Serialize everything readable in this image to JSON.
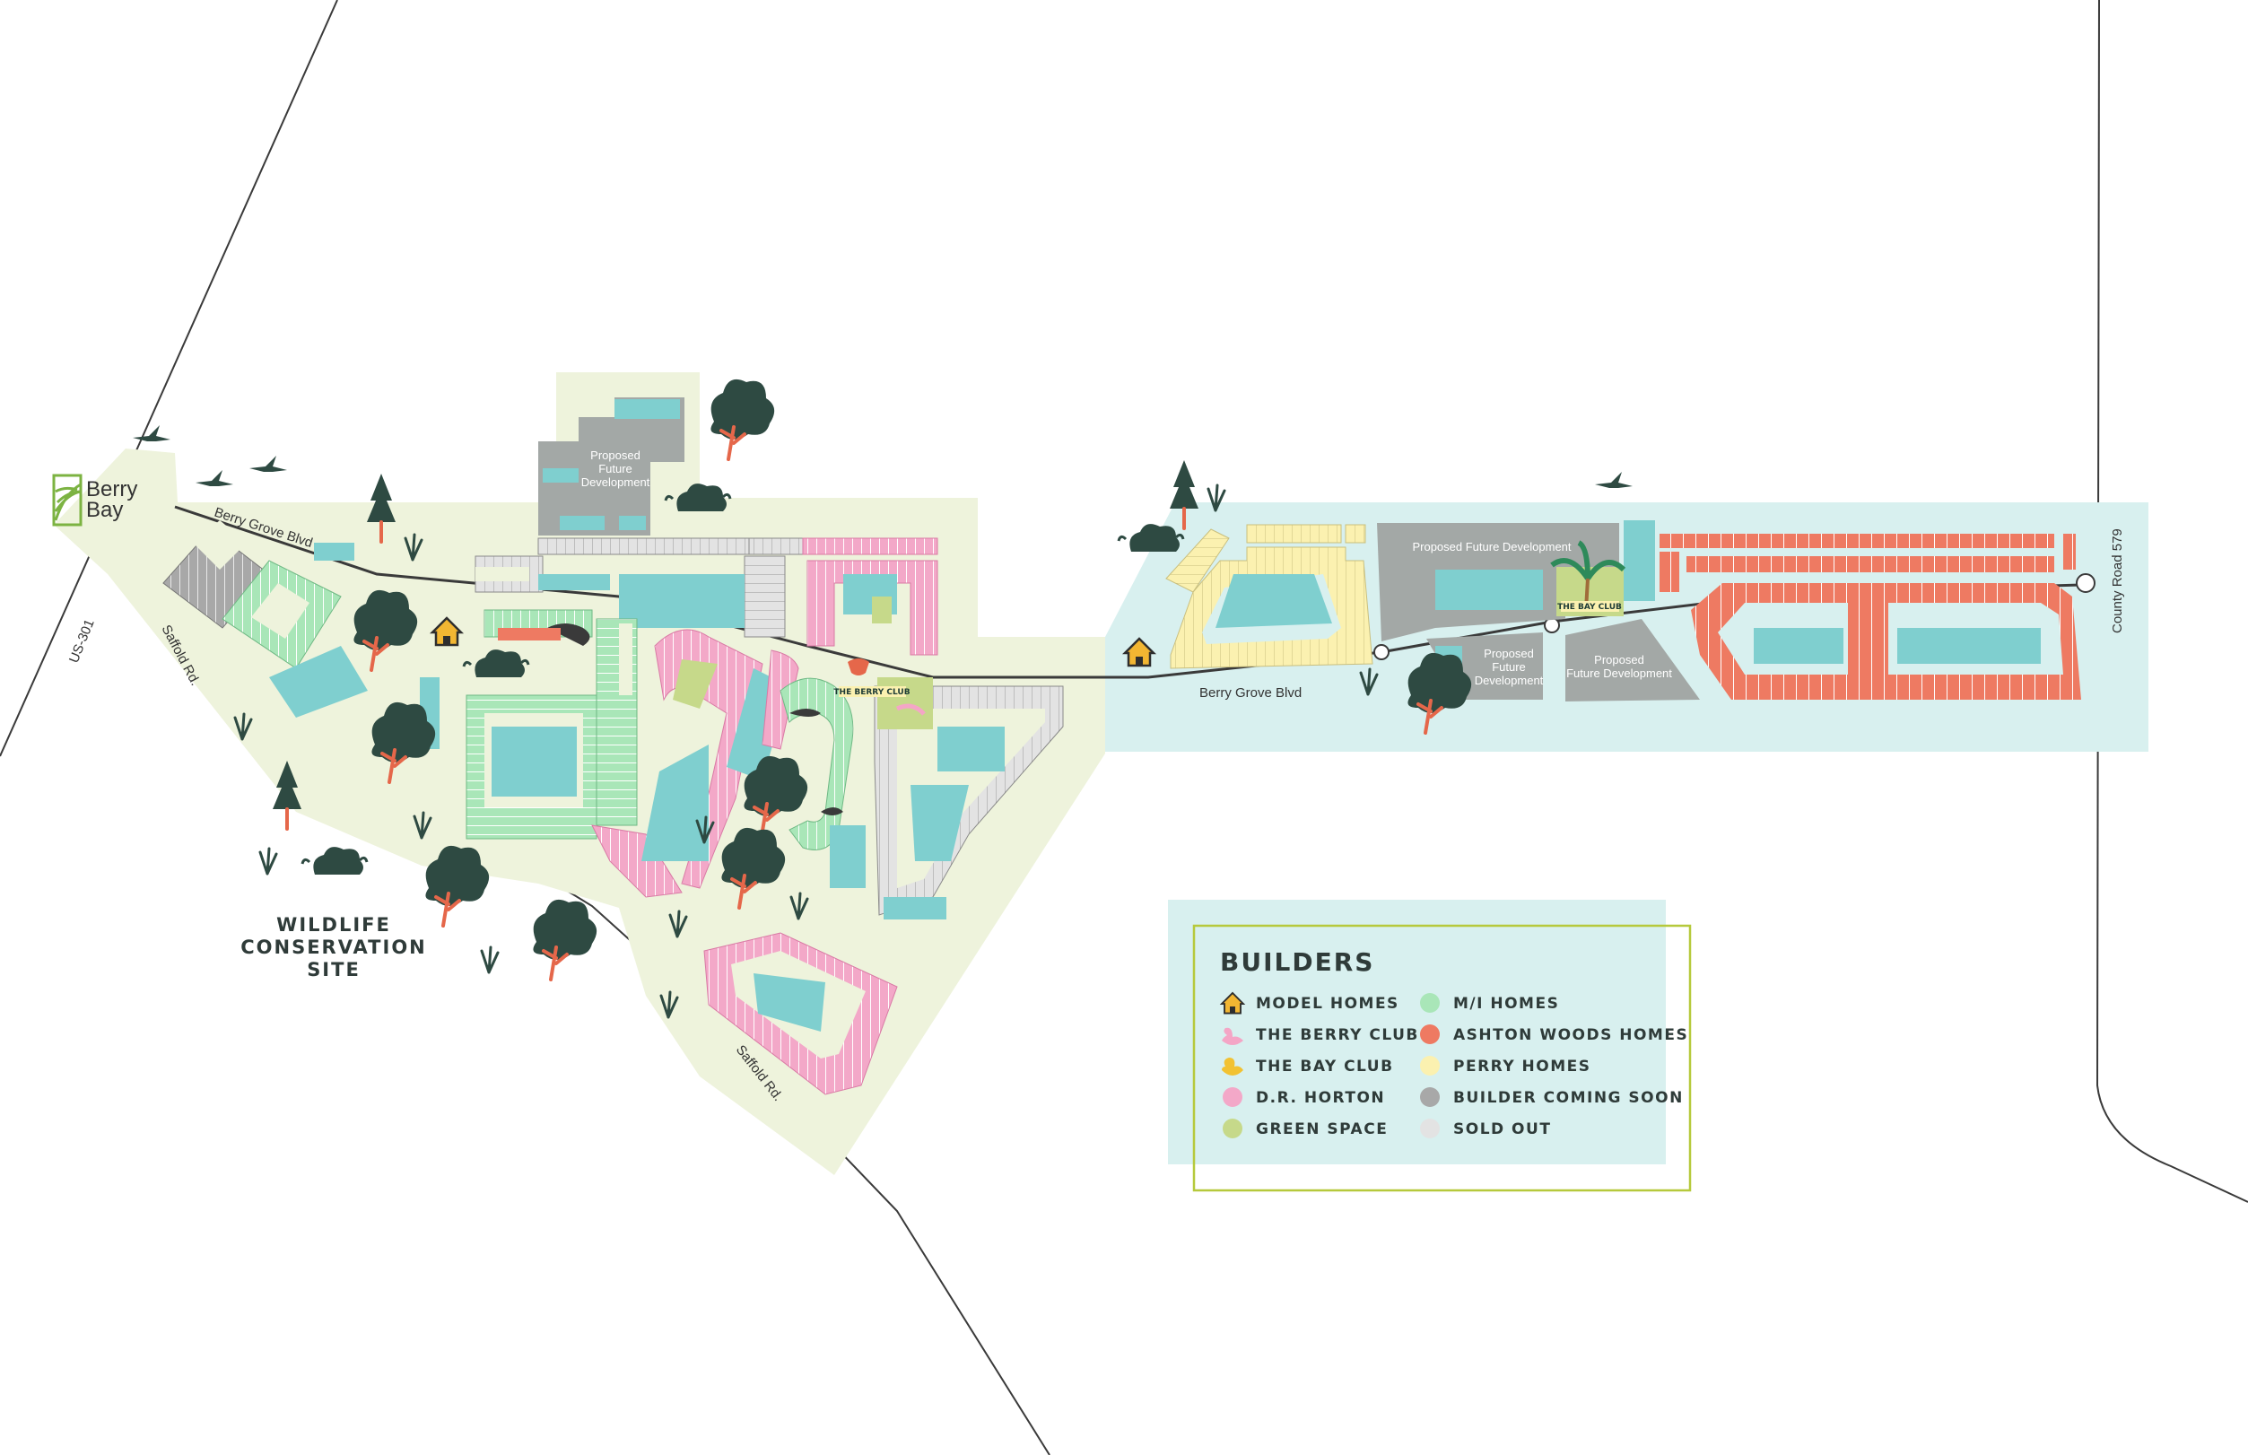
{
  "brand": {
    "line1": "Berry",
    "line2": "Bay"
  },
  "roads": {
    "us301": "US-301",
    "berry_grove_west": "Berry Grove Blvd",
    "berry_grove_east": "Berry Grove Blvd",
    "saffold_north": "Saffold Rd.",
    "saffold_south": "Saffold Rd.",
    "county_road": "County Road 579"
  },
  "areas": {
    "proposed_future_west": [
      "Proposed",
      "Future",
      "Development"
    ],
    "proposed_future_top": "Proposed Future Development",
    "proposed_future_mid": [
      "Proposed",
      "Future",
      "Development"
    ],
    "proposed_future_right": [
      "Proposed",
      "Future Development"
    ],
    "berry_club": "THE BERRY CLUB",
    "bay_club": "THE BAY CLUB",
    "wildlife": [
      "WILDLIFE",
      "CONSERVATION",
      "SITE"
    ]
  },
  "legend": {
    "title": "BUILDERS",
    "items": [
      {
        "label": "MODEL HOMES",
        "icon": "model-home-icon",
        "color": "#f2b632"
      },
      {
        "label": "THE BERRY CLUB",
        "icon": "flamingo-float-icon",
        "color": "#f4a6c6"
      },
      {
        "label": "THE BAY CLUB",
        "icon": "duck-float-icon",
        "color": "#f2c232"
      },
      {
        "label": "D.R. HORTON",
        "icon": "dot-icon",
        "color": "#f3a8c8"
      },
      {
        "label": "GREEN SPACE",
        "icon": "dot-icon",
        "color": "#c6d98a"
      },
      {
        "label": "M/I HOMES",
        "icon": "dot-icon",
        "color": "#a9e6b8"
      },
      {
        "label": "ASHTON WOODS HOMES",
        "icon": "dot-icon",
        "color": "#ee7a62"
      },
      {
        "label": "PERRY HOMES",
        "icon": "dot-icon",
        "color": "#fbf1b0"
      },
      {
        "label": "BUILDER COMING SOON",
        "icon": "dot-icon",
        "color": "#a8a8a8"
      },
      {
        "label": "SOLD OUT",
        "icon": "dot-icon",
        "color": "#e3e3e3"
      }
    ]
  },
  "colors": {
    "west_land": "#eef3dc",
    "east_land": "#d8f0ef",
    "water": "#7fcfcf",
    "dr_horton": "#f3a8c8",
    "mi_homes": "#a9e6b8",
    "ashton_woods": "#ee7a62",
    "perry": "#fbf1b0",
    "coming_soon": "#a8a8a8",
    "sold_out": "#e3e3e3",
    "green_space": "#c6d98a",
    "future_dev": "#a3a8a6",
    "tree_dark": "#2e4a42",
    "trunk": "#e5674a",
    "legend_border": "#b6c93c"
  }
}
